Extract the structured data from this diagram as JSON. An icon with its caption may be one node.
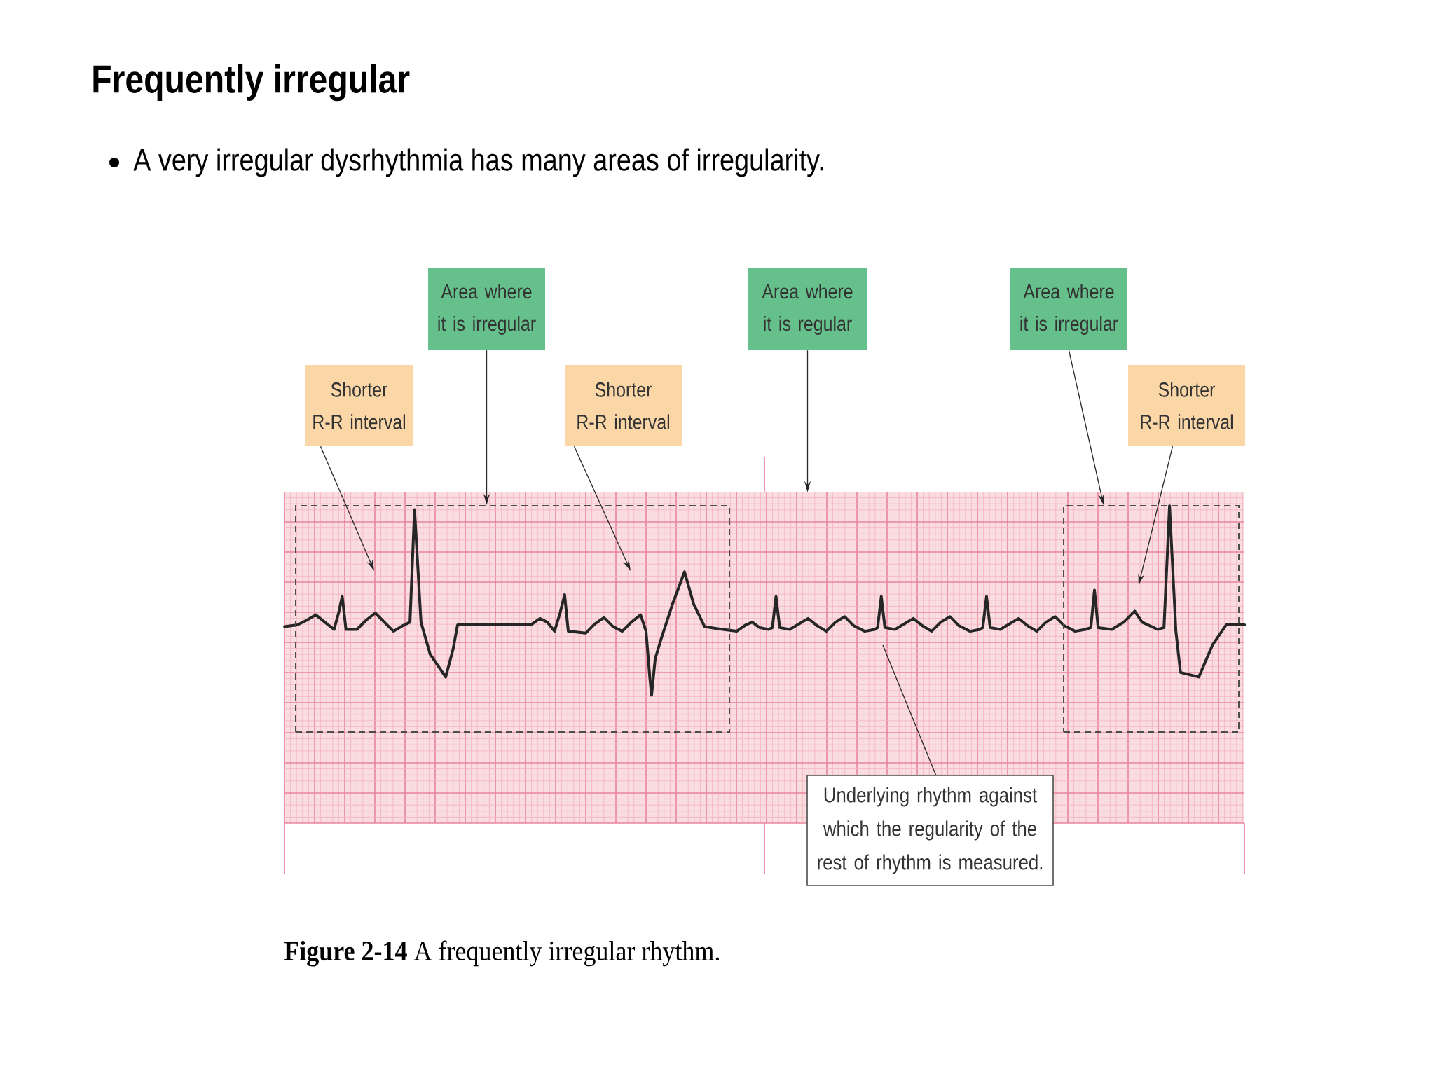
{
  "diagram": {
    "title": "Frequently irregular",
    "caption": "**Figure 2-14** A frequently irregular rhythm.",
    "nodes": [
      {
        "text": [
          "Area where it is irregular"
        ]
      },
      {
        "text": [
          "Area where it is regular"
        ]
      },
      {
        "text": [
          "Area where it is irregular"
        ]
      },
      {
        "text": [
          "Shorter R-R interval"
        ]
      },
      {
        "text": [
          "Shorter R-R interval"
        ]
      },
      {
        "text": [
          "Shorter R-R interval"
        ]
      },
      {
        "text": [],
        "shape": "picture"
      },
      {
        "text": [],
        "shape": "box",
        "in": 6
      },
      {
        "text": [],
        "shape": "box",
        "in": 6
      },
      {
        "text": [
          "Underlying rhythm against which the regularity of the rest of rhythm is measured."
        ]
      }
    ],
    "edges": [
      {
        "from": 3,
        "to": 7,
        "arrow": "to"
      },
      {
        "from": 0,
        "to": 7,
        "arrow": "to"
      },
      {
        "from": 4,
        "to": 7,
        "arrow": "to"
      },
      {
        "from": 1,
        "to": 6,
        "arrow": "to"
      },
      {
        "from": 2,
        "to": 8,
        "arrow": "to"
      },
      {
        "from": 5,
        "to": 8,
        "arrow": "to"
      },
      {
        "from": 9,
        "to": null,
        "arrow": "none"
      }
    ],
    "labels": [
      "A very irregular dysrhythmia has many areas of irregularity."
    ]
  }
}
